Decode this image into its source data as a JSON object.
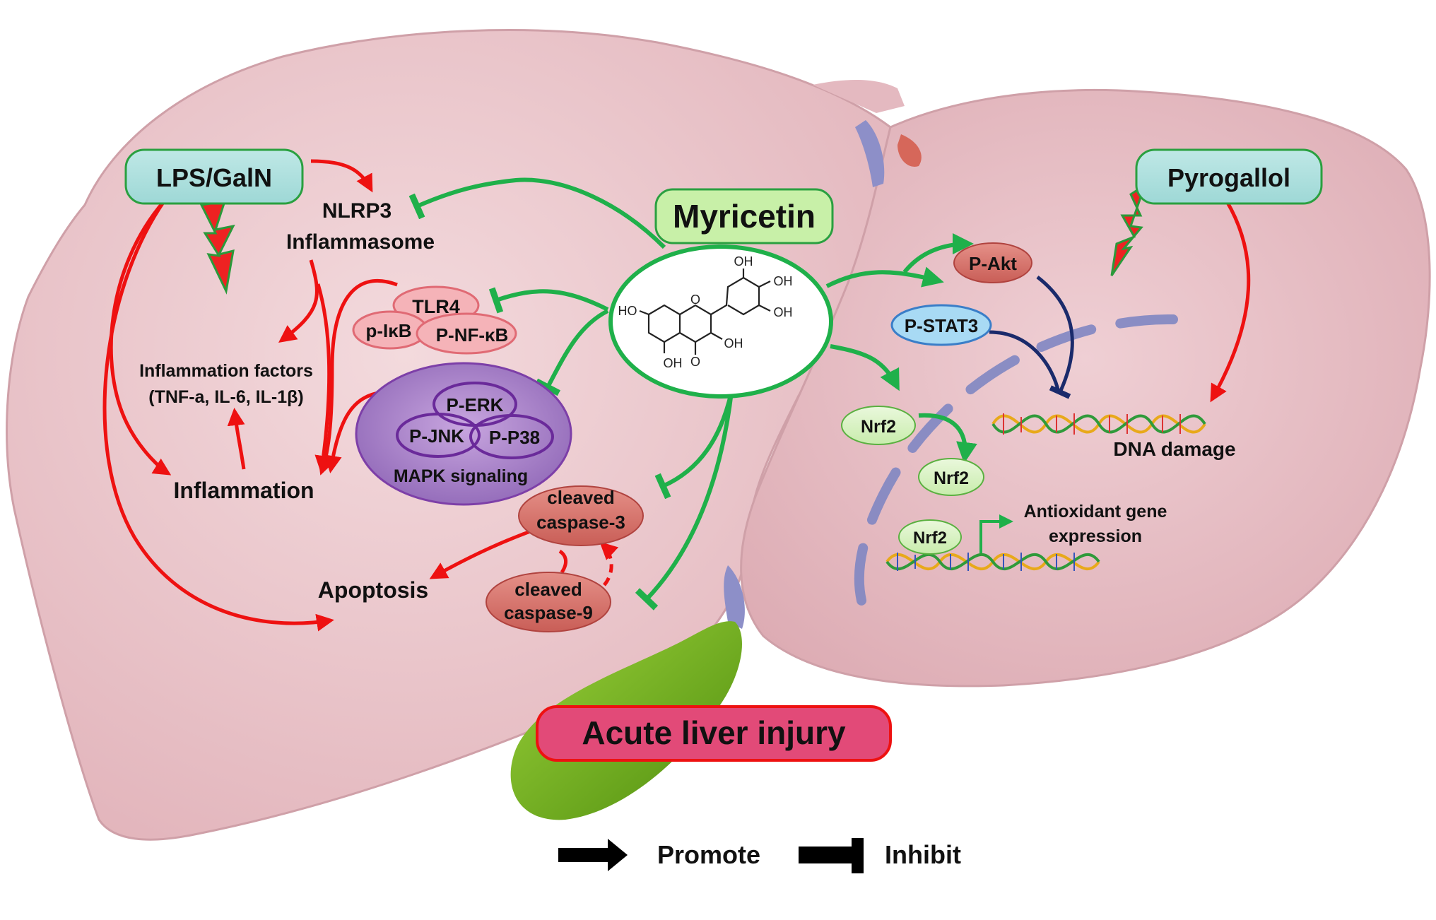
{
  "labels": {
    "lps": "LPS/GalN",
    "pyrogallol": "Pyrogallol",
    "myricetin": "Myricetin",
    "nlrp3_line1": "NLRP3",
    "nlrp3_line2": "Inflammasome",
    "tlr4": "TLR4",
    "pikb": "p-IκB",
    "pnfkb": "P-NF-κB",
    "infl_factors_line1": "Inflammation factors",
    "infl_factors_line2": "(TNF-a, IL-6, IL-1β)",
    "inflammation": "Inflammation",
    "perk": "P-ERK",
    "pjnk": "P-JNK",
    "pp38": "P-P38",
    "mapk": "MAPK signaling",
    "casp3_line1": "cleaved",
    "casp3_line2": "caspase-3",
    "casp9_line1": "cleaved",
    "casp9_line2": "caspase-9",
    "apoptosis": "Apoptosis",
    "pakt": "P-Akt",
    "pstat3": "P-STAT3",
    "nrf2_a": "Nrf2",
    "nrf2_b": "Nrf2",
    "nrf2_c": "Nrf2",
    "dna_damage": "DNA damage",
    "antiox_line1": "Antioxidant gene",
    "antiox_line2": "expression",
    "acute": "Acute liver injury",
    "promote": "Promote",
    "inhibit": "Inhibit"
  },
  "molecule": {
    "oh1": "OH",
    "oh2": "OH",
    "oh3": "OH",
    "oh4": "OH",
    "ho": "HO",
    "oh_bottom": "OH",
    "o_ketone": "O",
    "o_ring": "O"
  },
  "colors": {
    "promote_red": "#ee1111",
    "myricetin_green": "#1fb04a",
    "inhibit_navy": "#1a2a6b",
    "liver": "#e8c3c8",
    "nucleus_dash": "#7f86c2"
  }
}
